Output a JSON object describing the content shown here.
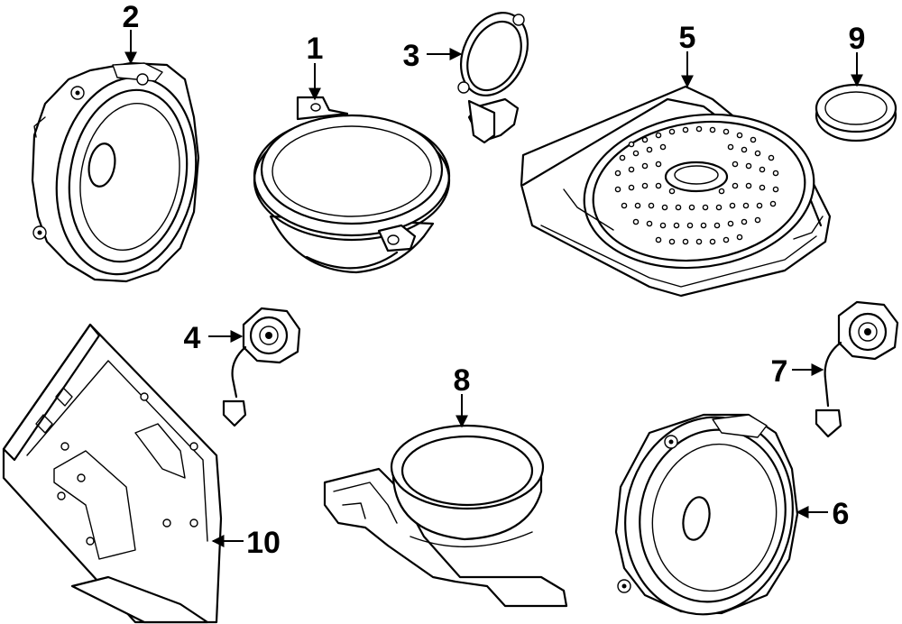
{
  "callouts": [
    {
      "id": "c1",
      "label": "1"
    },
    {
      "id": "c2",
      "label": "2"
    },
    {
      "id": "c3",
      "label": "3"
    },
    {
      "id": "c4",
      "label": "4"
    },
    {
      "id": "c5",
      "label": "5"
    },
    {
      "id": "c6",
      "label": "6"
    },
    {
      "id": "c7",
      "label": "7"
    },
    {
      "id": "c8",
      "label": "8"
    },
    {
      "id": "c9",
      "label": "9"
    },
    {
      "id": "c10",
      "label": "10"
    }
  ],
  "colors": {
    "line": "#000000",
    "background": "#ffffff"
  }
}
